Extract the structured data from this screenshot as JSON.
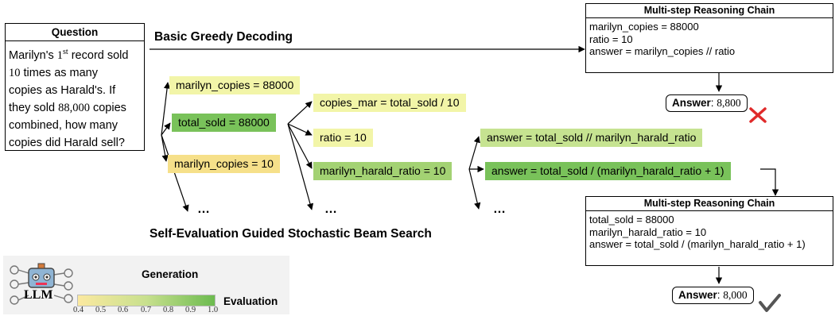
{
  "question": {
    "header": "Question",
    "lines": [
      {
        "pre": "Marilyn's ",
        "num": "1",
        "sup": "st",
        "post": " record sold"
      },
      {
        "num": "10",
        "post": " times as many"
      },
      {
        "post": "copies as Harald's. If"
      },
      {
        "pre": "they sold ",
        "num": "88,000",
        "post": " copies"
      },
      {
        "post": "combined, how many"
      },
      {
        "post": "copies did Harald sell?"
      }
    ]
  },
  "greedy": {
    "label": "Basic Greedy Decoding"
  },
  "chain_top": {
    "header": "Multi-step Reasoning Chain",
    "lines": [
      "marilyn_copies = 88000",
      "ratio = 10",
      "answer = marilyn_copies // ratio"
    ]
  },
  "answer_top": {
    "label": "Answer",
    "value": "8,800",
    "mark": "cross-icon"
  },
  "beam": {
    "title": "Self-Evaluation Guided Stochastic Beam Search",
    "step1": [
      {
        "text": "marilyn_copies = 88000",
        "color": "#f2f5a8"
      },
      {
        "text": "total_sold = 88000",
        "color": "#79c25a"
      },
      {
        "text": "marilyn_copies = 10",
        "color": "#f6e08a"
      }
    ],
    "step2": [
      {
        "text": "copies_mar = total_sold / 10",
        "color": "#f2f5a8"
      },
      {
        "text": "ratio = 10",
        "color": "#f2f5a8"
      },
      {
        "text": "marilyn_harald_ratio = 10",
        "color": "#a3d273"
      }
    ],
    "step3": [
      {
        "text": "answer = total_sold // marilyn_harald_ratio",
        "color": "#c6e391"
      },
      {
        "text": "answer = total_sold / (marilyn_harald_ratio + 1)",
        "color": "#79c25a"
      }
    ],
    "ellipsis": "…"
  },
  "chain_bottom": {
    "header": "Multi-step Reasoning Chain",
    "lines": [
      "total_sold = 88000",
      "marilyn_harald_ratio = 10",
      "answer = total_sold / (marilyn_harald_ratio + 1)"
    ]
  },
  "answer_bottom": {
    "label": "Answer",
    "value": "8,000",
    "mark": "check-icon"
  },
  "legend": {
    "model_label": "LLM",
    "model_icon": "robot-icon",
    "generation_label": "Generation",
    "evaluation_label": "Evaluation",
    "colorbar": {
      "min": 0.4,
      "max": 1.0,
      "from": "#fbe9a0",
      "to": "#6cbb4f",
      "ticks": [
        "0.4",
        "0.5",
        "0.6",
        "0.7",
        "0.8",
        "0.9",
        "1.0"
      ]
    }
  }
}
